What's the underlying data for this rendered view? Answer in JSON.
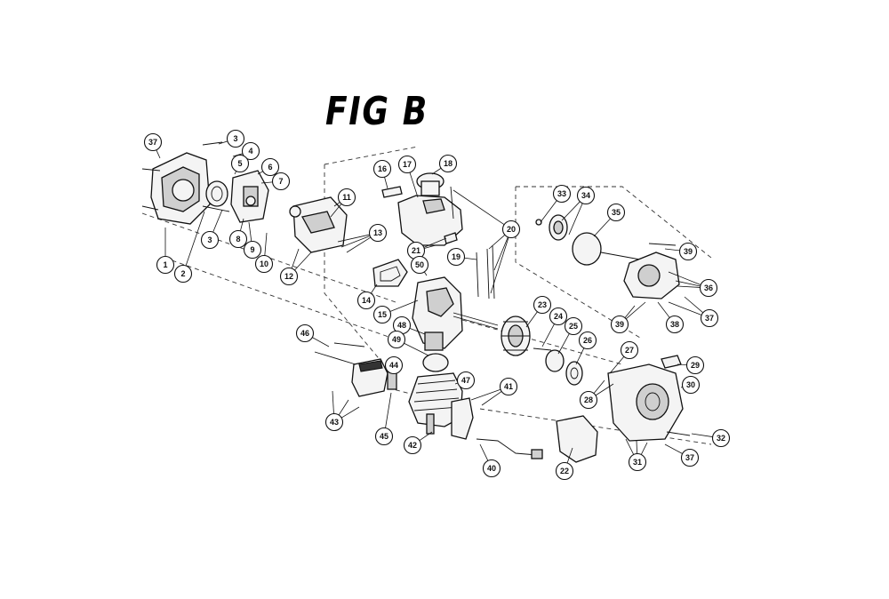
{
  "figure": {
    "title": "FIG B"
  },
  "callouts": [
    "1",
    "2",
    "3",
    "4",
    "5",
    "6",
    "7",
    "8",
    "9",
    "10",
    "11",
    "12",
    "13",
    "14",
    "15",
    "16",
    "17",
    "18",
    "19",
    "20",
    "21",
    "22",
    "23",
    "24",
    "25",
    "26",
    "27",
    "28",
    "29",
    "30",
    "31",
    "32",
    "33",
    "34",
    "35",
    "36",
    "37",
    "38",
    "39",
    "40",
    "41",
    "42",
    "43",
    "44",
    "45",
    "46",
    "47",
    "48",
    "49",
    "50"
  ],
  "colors": {
    "ink": "#111111",
    "background": "#ffffff"
  }
}
